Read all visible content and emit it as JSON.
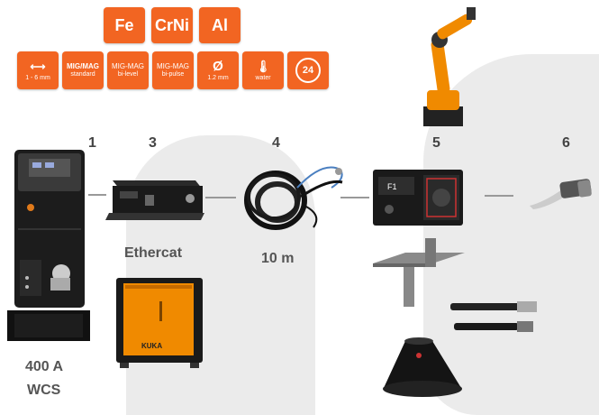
{
  "materials": [
    "Fe",
    "CrNi",
    "Al"
  ],
  "features": [
    {
      "icon": "thickness-icon",
      "line1": "",
      "line2": "1 - 6 mm"
    },
    {
      "icon": "",
      "line1": "MIG/MAG",
      "line2": "standard"
    },
    {
      "icon": "",
      "line1": "MIG-MAG",
      "line2": "bi-level"
    },
    {
      "icon": "",
      "line1": "MIG-MAG",
      "line2": "bi-pulse"
    },
    {
      "icon": "diameter-icon",
      "line1": "Ø",
      "line2": "1.2 mm"
    },
    {
      "icon": "thermometer-icon",
      "line1": "",
      "line2": "water"
    },
    {
      "icon": "24h-icon",
      "line1": "24",
      "line2": ""
    }
  ],
  "steps": {
    "s1": "1",
    "s3": "3",
    "s4": "4",
    "s5": "5",
    "s6": "6"
  },
  "labels": {
    "ethercat": "Ethercat",
    "cable_length": "10 m",
    "power_line1": "400 A",
    "power_line2": "WCS",
    "kuka": "KUKA"
  },
  "colors": {
    "accent": "#f26522",
    "robot": "#f08a00",
    "dark": "#1c1c1c"
  }
}
